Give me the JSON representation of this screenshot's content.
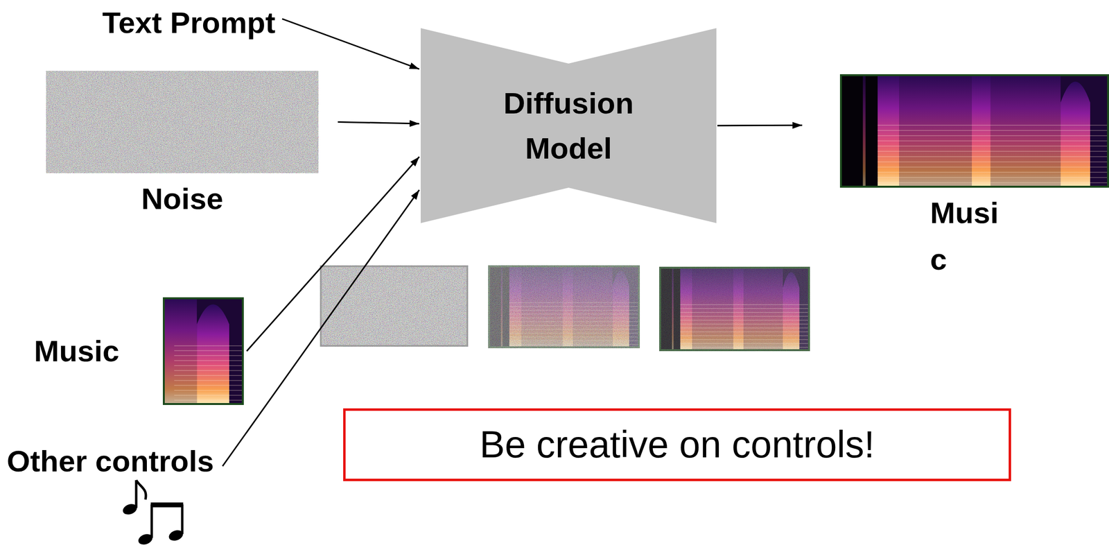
{
  "diagram": {
    "nodes": [
      {
        "text": [
          "Text Prompt"
        ]
      },
      {
        "text": [
          "Noise"
        ]
      },
      {
        "text": [
          "Diffusion Model"
        ]
      },
      {
        "text": [
          "Musi c"
        ]
      },
      {
        "text": [
          "Music"
        ]
      },
      {
        "text": [
          "Other controls"
        ]
      },
      {
        "text": [
          "Be creative on controls!"
        ]
      }
    ],
    "edges": [
      {
        "from": 0,
        "to": 2,
        "arrow": "to"
      },
      {
        "from": 1,
        "to": 2,
        "arrow": "to"
      },
      {
        "from": 4,
        "to": 2,
        "arrow": "to"
      },
      {
        "from": 5,
        "to": 2,
        "arrow": "to"
      },
      {
        "from": 2,
        "to": 3,
        "arrow": "to"
      }
    ]
  }
}
